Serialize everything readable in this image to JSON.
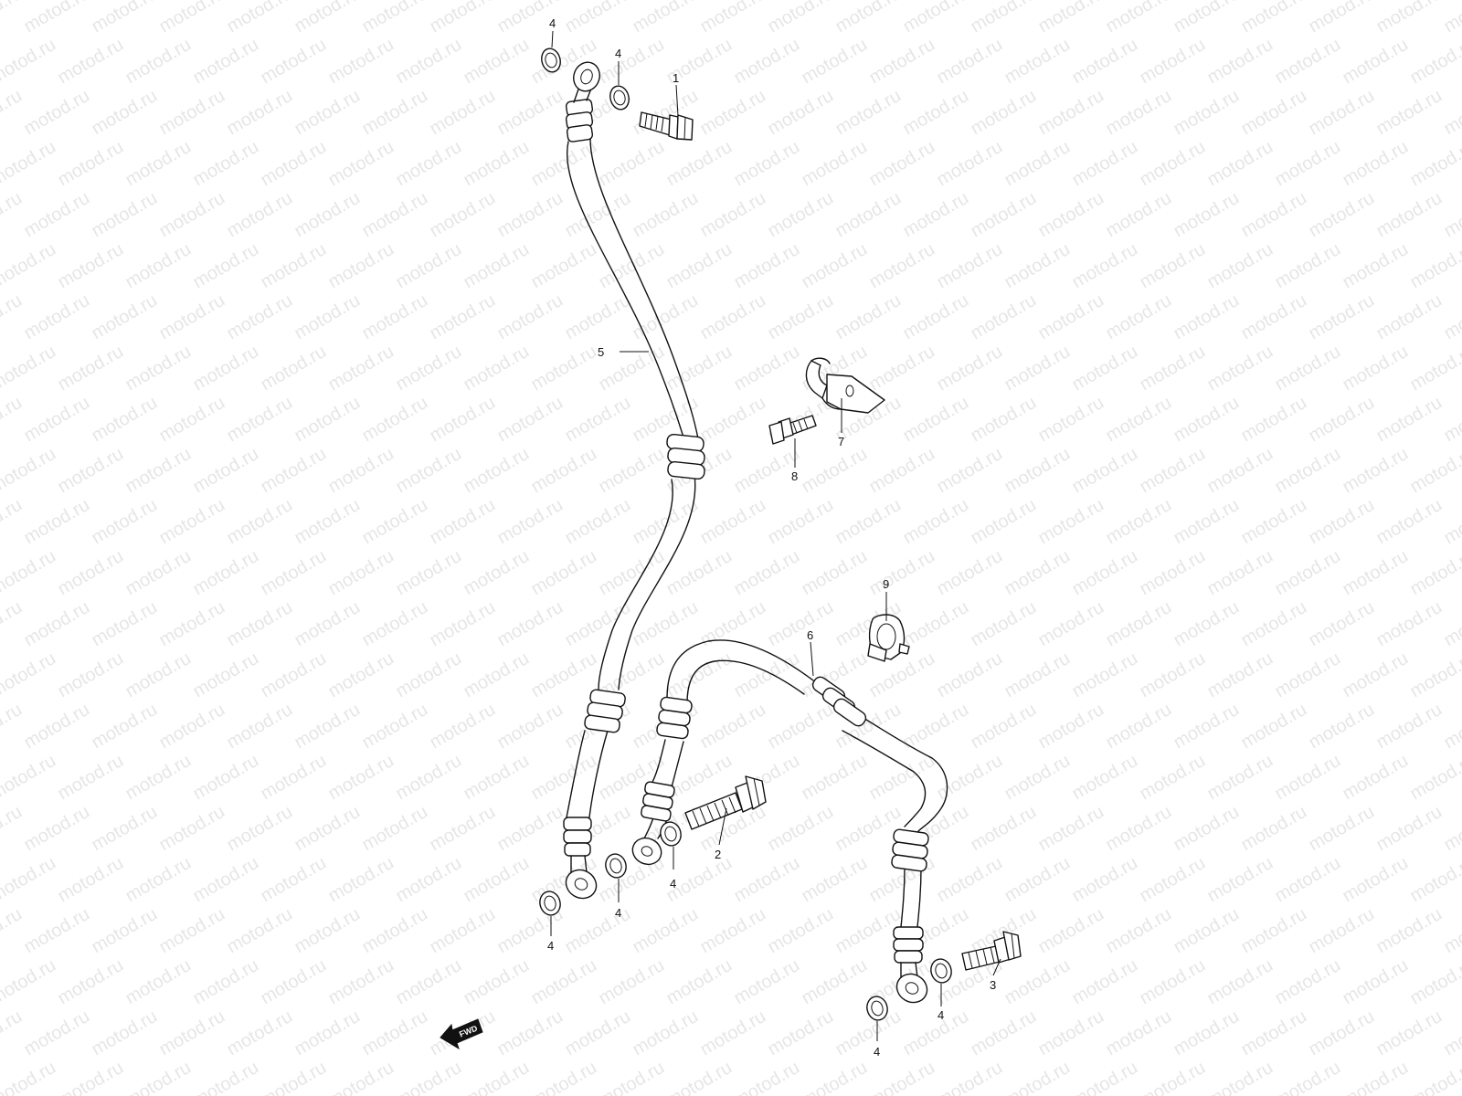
{
  "watermark": "motod.ru",
  "fwd_label": "FWD",
  "callouts": {
    "c1": "1",
    "c2": "2",
    "c3": "3",
    "c4a": "4",
    "c4b": "4",
    "c4c": "4",
    "c4d": "4",
    "c4e": "4",
    "c4f": "4",
    "c4g": "4",
    "c5": "5",
    "c6": "6",
    "c7": "7",
    "c8": "8",
    "c9": "9"
  }
}
